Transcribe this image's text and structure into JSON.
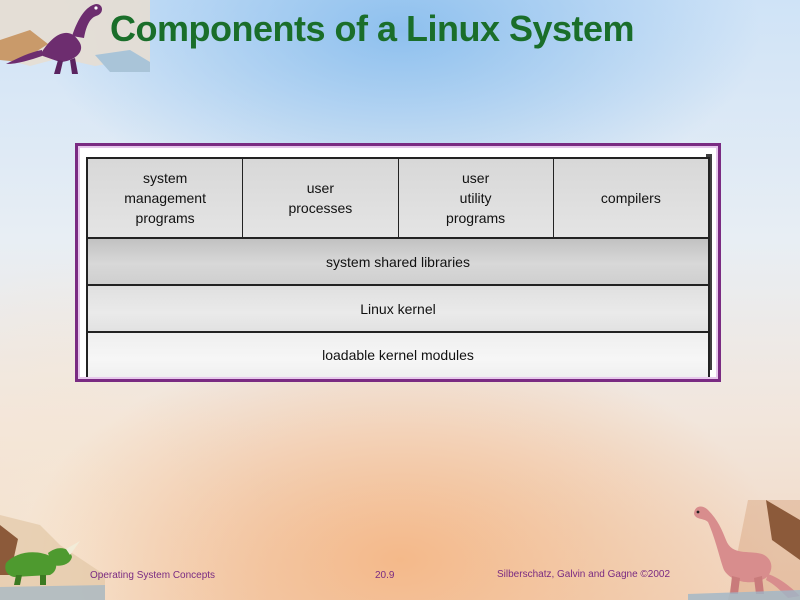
{
  "slide": {
    "title": "Components of a Linux System"
  },
  "diagram": {
    "top_row": [
      [
        "system",
        "management",
        "programs"
      ],
      [
        "user",
        "processes"
      ],
      [
        "user",
        "utility",
        "programs"
      ],
      [
        "compilers"
      ]
    ],
    "layers": [
      "system shared libraries",
      "Linux kernel",
      "loadable kernel modules"
    ]
  },
  "footer": {
    "left": "Operating System Concepts",
    "center": "20.9",
    "right": "Silberschatz, Galvin and  Gagne ©2002"
  },
  "colors": {
    "title": "#1a6e2a",
    "frame": "#7a2b82",
    "footer_text": "#7a2b82"
  },
  "decorations": [
    "dinosaur-illustration-top-left",
    "triceratops-illustration-bottom-left",
    "dinosaur-illustration-bottom-right"
  ]
}
